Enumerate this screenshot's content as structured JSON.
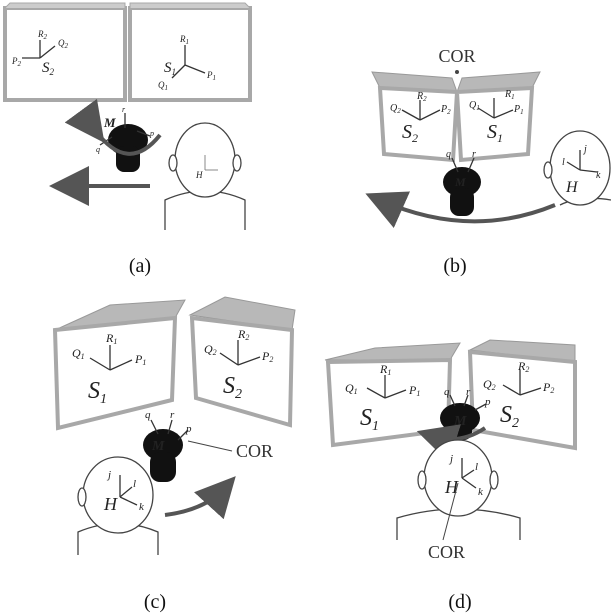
{
  "captions": [
    "(a)",
    "(b)",
    "(c)",
    "(d)"
  ],
  "cor": "COR",
  "frames": {
    "S1": {
      "S": "S",
      "sub": "1",
      "P": "P",
      "Q": "Q",
      "R": "R"
    },
    "S2": {
      "S": "S",
      "sub": "2",
      "P": "P",
      "Q": "Q",
      "R": "R"
    }
  },
  "robot": {
    "M": "M",
    "p": "p",
    "q": "q",
    "r": "r"
  },
  "human": {
    "H": "H",
    "j": "j",
    "k": "k",
    "l": "l"
  },
  "colors": {
    "screen_frame": "#a8a8a8",
    "robot": "#111111",
    "arrow": "#555555"
  }
}
